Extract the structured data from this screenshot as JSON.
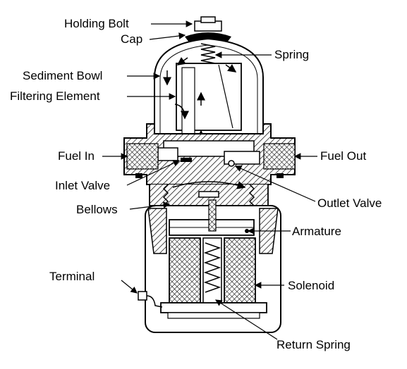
{
  "labels": {
    "holding_bolt": "Holding Bolt",
    "cap": "Cap",
    "spring": "Spring",
    "sediment_bowl": "Sediment Bowl",
    "filtering_element": "Filtering Element",
    "fuel_in": "Fuel In",
    "fuel_out": "Fuel Out",
    "inlet_valve": "Inlet Valve",
    "outlet_valve": "Outlet Valve",
    "bellows": "Bellows",
    "armature": "Armature",
    "terminal": "Terminal",
    "solenoid": "Solenoid",
    "return_spring": "Return Spring"
  },
  "colors": {
    "ink": "#000000",
    "paper": "#ffffff"
  }
}
